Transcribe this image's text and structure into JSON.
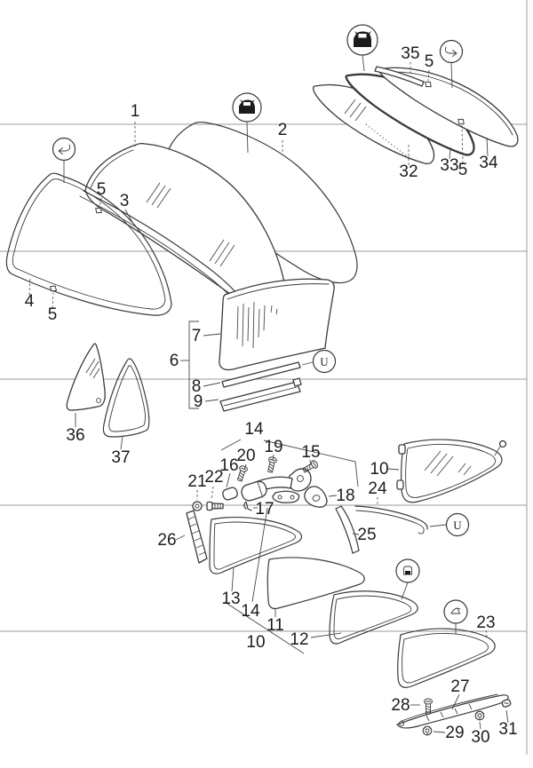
{
  "page": {
    "background": "#ffffff",
    "line_color": "#3a3a3a",
    "divider_color": "#9b9b9b"
  },
  "callouts": {
    "n1": "1",
    "n2": "2",
    "n3": "3",
    "n4": "4",
    "n5": "5",
    "n6": "6",
    "n7": "7",
    "n8": "8",
    "n9": "9",
    "n10": "10",
    "n11": "11",
    "n12": "12",
    "n13": "13",
    "n14": "14",
    "n15": "15",
    "n16": "16",
    "n17": "17",
    "n18": "18",
    "n19": "19",
    "n20": "20",
    "n21": "21",
    "n22": "22",
    "n23": "23",
    "n24": "24",
    "n25": "25",
    "n26": "26",
    "n27": "27",
    "n28": "28",
    "n29": "29",
    "n30": "30",
    "n31": "31",
    "n32": "32",
    "n33": "33",
    "n34": "34",
    "n35": "35",
    "n36": "36",
    "n37": "37"
  },
  "icon_labels": {
    "u": "U"
  }
}
